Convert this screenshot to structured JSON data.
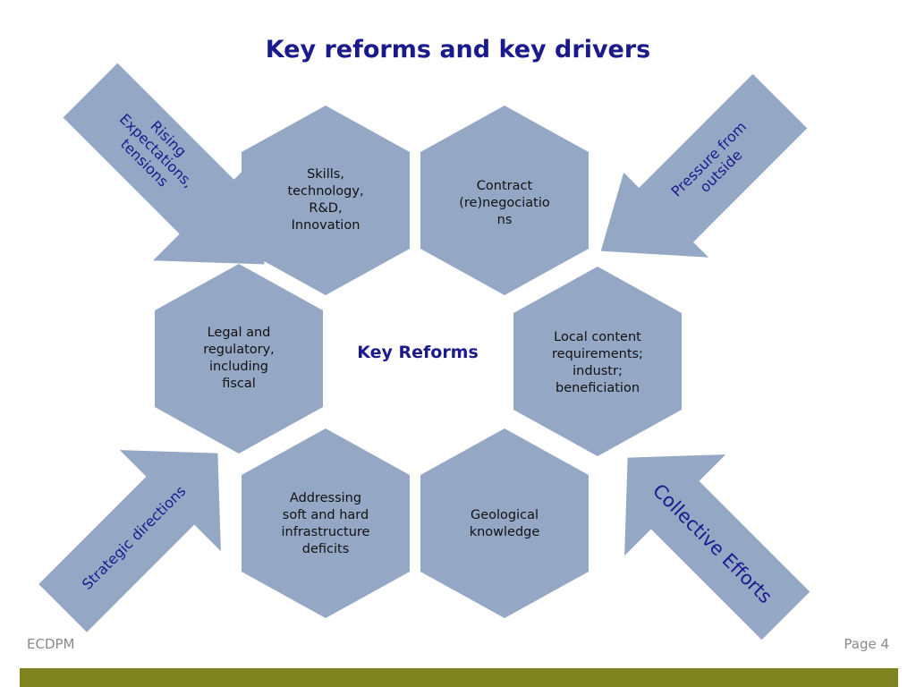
{
  "title": "Key reforms and key drivers",
  "center": "Key Reforms",
  "hexagons": [
    {
      "id": "skills",
      "lines": [
        "Skills,",
        "technology,",
        "R&D,",
        "Innovation"
      ]
    },
    {
      "id": "contract",
      "lines": [
        "Contract",
        "(re)negociatio",
        "ns"
      ]
    },
    {
      "id": "legal",
      "lines": [
        "Legal and",
        "regulatory,",
        "including",
        "fiscal"
      ]
    },
    {
      "id": "local-content",
      "lines": [
        "Local content",
        "requirements;",
        "industr;",
        "beneficiation"
      ]
    },
    {
      "id": "infrastructure",
      "lines": [
        "Addressing",
        "soft and hard",
        "infrastructure",
        "deficits"
      ]
    },
    {
      "id": "geological",
      "lines": [
        "Geological",
        "knowledge"
      ]
    }
  ],
  "arrows": [
    {
      "id": "rising-expectations",
      "lines": [
        "Rising",
        "Expectations,",
        "tensions"
      ]
    },
    {
      "id": "pressure-from-outside",
      "lines": [
        "Pressure from",
        "outside"
      ]
    },
    {
      "id": "strategic-directions",
      "lines": [
        "Strategic directions"
      ]
    },
    {
      "id": "collective-efforts",
      "lines": [
        "Collective Efforts"
      ]
    }
  ],
  "footer": {
    "left": "ECDPM",
    "right": "Page 4"
  },
  "colors": {
    "title": "#1a1a8c",
    "shape_fill": "#94a7c5",
    "footer_bar": "#7d841f",
    "footer_text": "#8a8a8a"
  }
}
